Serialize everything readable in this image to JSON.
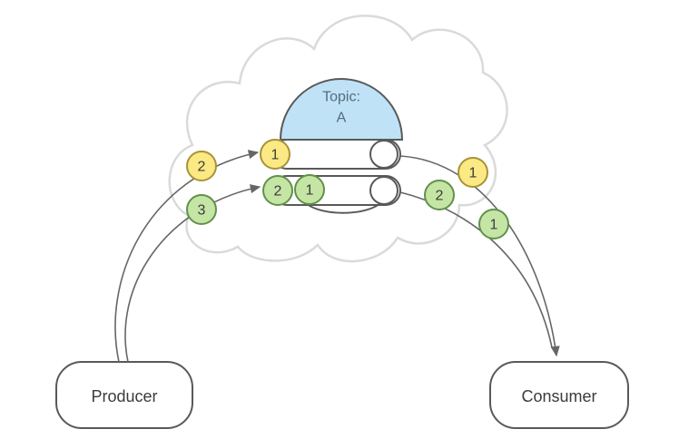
{
  "diagram": {
    "topic": {
      "line1": "Topic:",
      "line2": "A"
    },
    "producer_label": "Producer",
    "consumer_label": "Consumer",
    "producer_messages": [
      {
        "value": "2",
        "type": "yellow"
      },
      {
        "value": "3",
        "type": "green"
      }
    ],
    "partition1_messages": [
      {
        "value": "1",
        "type": "yellow"
      }
    ],
    "partition2_messages": [
      {
        "value": "2",
        "type": "green"
      },
      {
        "value": "1",
        "type": "green"
      }
    ],
    "consumer_messages": [
      {
        "value": "1",
        "type": "yellow"
      },
      {
        "value": "2",
        "type": "green"
      },
      {
        "value": "1",
        "type": "green"
      }
    ]
  },
  "colors": {
    "yellow_fill": "#FBE983",
    "yellow_stroke": "#A89239",
    "green_fill": "#C5E5A5",
    "green_stroke": "#62904C",
    "topic_fill": "#BFE2F7",
    "topic_text": "#546E7A",
    "shape_stroke": "#595959",
    "cloud_stroke": "#DADADA",
    "arrow_stroke": "#666666",
    "text_color": "#3B3B3B",
    "shape_fill": "#FFFFFF"
  }
}
